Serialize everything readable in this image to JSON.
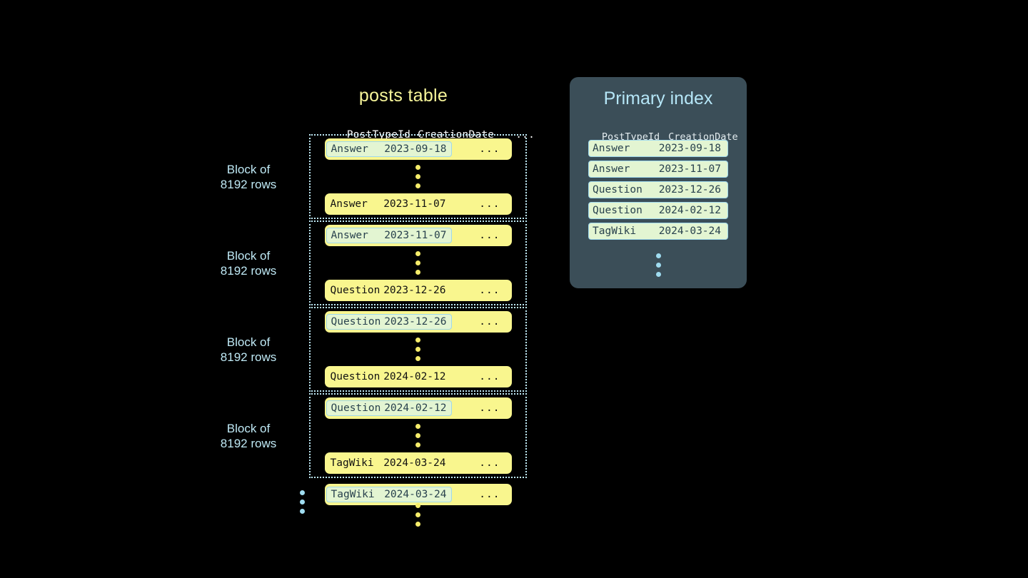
{
  "posts_table": {
    "title": "posts table",
    "columns": [
      "PostTypeId",
      "CreationDate",
      "..."
    ],
    "block_label": "Block of\n8192 rows",
    "row_more": "...",
    "blocks": [
      {
        "label": "Block of\n8192 rows",
        "first_row": {
          "type": "Answer",
          "date": "2023-09-18",
          "more": "...",
          "highlighted": true
        },
        "last_row": {
          "type": "Answer",
          "date": "2023-11-07",
          "more": "...",
          "highlighted": false
        }
      },
      {
        "label": "Block of\n8192 rows",
        "first_row": {
          "type": "Answer",
          "date": "2023-11-07",
          "more": "...",
          "highlighted": true
        },
        "last_row": {
          "type": "Question",
          "date": "2023-12-26",
          "more": "...",
          "highlighted": false
        }
      },
      {
        "label": "Block of\n8192 rows",
        "first_row": {
          "type": "Question",
          "date": "2023-12-26",
          "more": "...",
          "highlighted": true
        },
        "last_row": {
          "type": "Question",
          "date": "2024-02-12",
          "more": "...",
          "highlighted": false
        }
      },
      {
        "label": "Block of\n8192 rows",
        "first_row": {
          "type": "Question",
          "date": "2024-02-12",
          "more": "...",
          "highlighted": true
        },
        "last_row": {
          "type": "TagWiki",
          "date": "2024-03-24",
          "more": "...",
          "highlighted": false
        }
      }
    ],
    "trailing_row": {
      "type": "TagWiki",
      "date": "2024-03-24",
      "more": "...",
      "highlighted": true
    }
  },
  "primary_index": {
    "title": "Primary index",
    "columns": [
      "PostTypeId",
      "CreationDate"
    ],
    "rows": [
      {
        "type": "Answer",
        "date": "2023-09-18"
      },
      {
        "type": "Answer",
        "date": "2023-11-07"
      },
      {
        "type": "Question",
        "date": "2023-12-26"
      },
      {
        "type": "Question",
        "date": "2024-02-12"
      },
      {
        "type": "TagWiki",
        "date": "2024-03-24"
      }
    ]
  },
  "colors": {
    "background": "#000000",
    "row_yellow": "#f9f68e",
    "highlight_green": "#e3f5d2",
    "accent_blue": "#bfe9f5",
    "panel_slate": "#3b4e58",
    "title_yellow": "#f7f59a",
    "dot_yellow": "#f5ec6a",
    "dot_blue": "#9fdcf0"
  }
}
